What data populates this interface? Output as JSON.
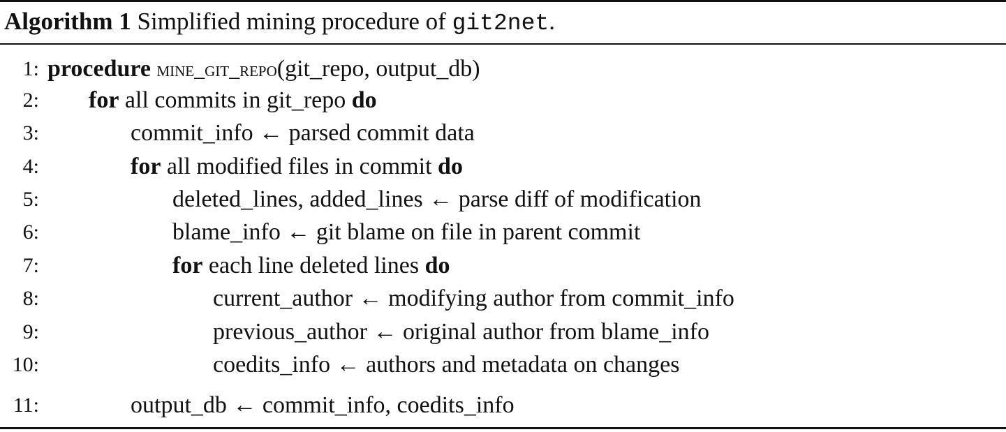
{
  "caption": {
    "label": "Algorithm 1",
    "text_prefix": "Simplified mining procedure of",
    "tool_name": "git2net",
    "text_suffix": "."
  },
  "lines": [
    {
      "num": "1:",
      "kw1": "procedure",
      "text": "",
      "fn": "mine_git_repo",
      "args": "(git_repo, output_db)",
      "kw2": ""
    },
    {
      "num": "2:",
      "kw1": "for",
      "text": "all commits in git_repo",
      "kw2": "do"
    },
    {
      "num": "3:",
      "text": "commit_info ← parsed commit data"
    },
    {
      "num": "4:",
      "kw1": "for",
      "text": "all modified files in commit",
      "kw2": "do"
    },
    {
      "num": "5:",
      "text": "deleted_lines, added_lines ← parse diff of modification"
    },
    {
      "num": "6:",
      "text": "blame_info ← git blame on file in parent commit"
    },
    {
      "num": "7:",
      "kw1": "for",
      "text": "each line deleted lines",
      "kw2": "do"
    },
    {
      "num": "8:",
      "text": "current_author ← modifying author from commit_info"
    },
    {
      "num": "9:",
      "text": "previous_author ← original author from blame_info"
    },
    {
      "num": "10:",
      "text": "coedits_info ← authors and metadata on changes"
    },
    {
      "num": "11:",
      "text": "output_db ← commit_info, coedits_info"
    }
  ]
}
